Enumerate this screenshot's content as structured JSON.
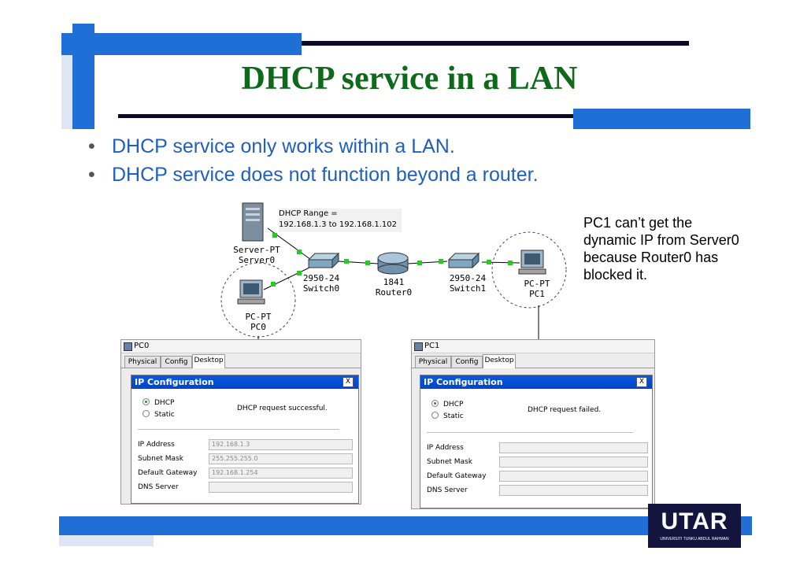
{
  "slide": {
    "title": "DHCP service in a LAN",
    "bullets": [
      "DHCP service only works within a LAN.",
      "DHCP service does not function beyond a router."
    ],
    "note": "PC1 can’t get the dynamic IP from Server0 because Router0 has blocked it.",
    "colors": {
      "title": "#0e6a1a",
      "bullet": "#1f5fc0",
      "accent": "#1f6fd6",
      "dark": "#0a0a28"
    }
  },
  "topology": {
    "dhcp_range_label": "DHCP Range =",
    "dhcp_range_value": "192.168.1.3  to 192.168.1.102",
    "server": {
      "type": "Server-PT",
      "name": "Server0"
    },
    "switch0": {
      "type": "2950-24",
      "name": "Switch0"
    },
    "router": {
      "type": "1841",
      "name": "Router0"
    },
    "switch1": {
      "type": "2950-24",
      "name": "Switch1"
    },
    "pc0": {
      "type": "PC-PT",
      "name": "PC0"
    },
    "pc1": {
      "type": "PC-PT",
      "name": "PC1"
    }
  },
  "windows": [
    {
      "title": "PC0",
      "tabs": [
        "Physical",
        "Config",
        "Desktop"
      ],
      "active_tab": "Desktop",
      "panel_title": "IP Configuration",
      "close_label": "X",
      "options": [
        "DHCP",
        "Static"
      ],
      "selected": "DHCP",
      "status": "DHCP request successful.",
      "fields": [
        {
          "label": "IP Address",
          "value": "192.168.1.3"
        },
        {
          "label": "Subnet Mask",
          "value": "255.255.255.0"
        },
        {
          "label": "Default Gateway",
          "value": "192.168.1.254"
        },
        {
          "label": "DNS Server",
          "value": ""
        }
      ]
    },
    {
      "title": "PC1",
      "tabs": [
        "Physical",
        "Config",
        "Desktop"
      ],
      "active_tab": "Desktop",
      "panel_title": "IP Configuration",
      "close_label": "X",
      "options": [
        "DHCP",
        "Static"
      ],
      "selected": "DHCP",
      "status": "DHCP request failed.",
      "fields": [
        {
          "label": "IP Address",
          "value": ""
        },
        {
          "label": "Subnet Mask",
          "value": ""
        },
        {
          "label": "Default Gateway",
          "value": ""
        },
        {
          "label": "DNS Server",
          "value": ""
        }
      ]
    }
  ],
  "logo": {
    "text": "UTAR",
    "subtitle": "UNIVERSITI TUNKU ABDUL RAHMAN"
  }
}
